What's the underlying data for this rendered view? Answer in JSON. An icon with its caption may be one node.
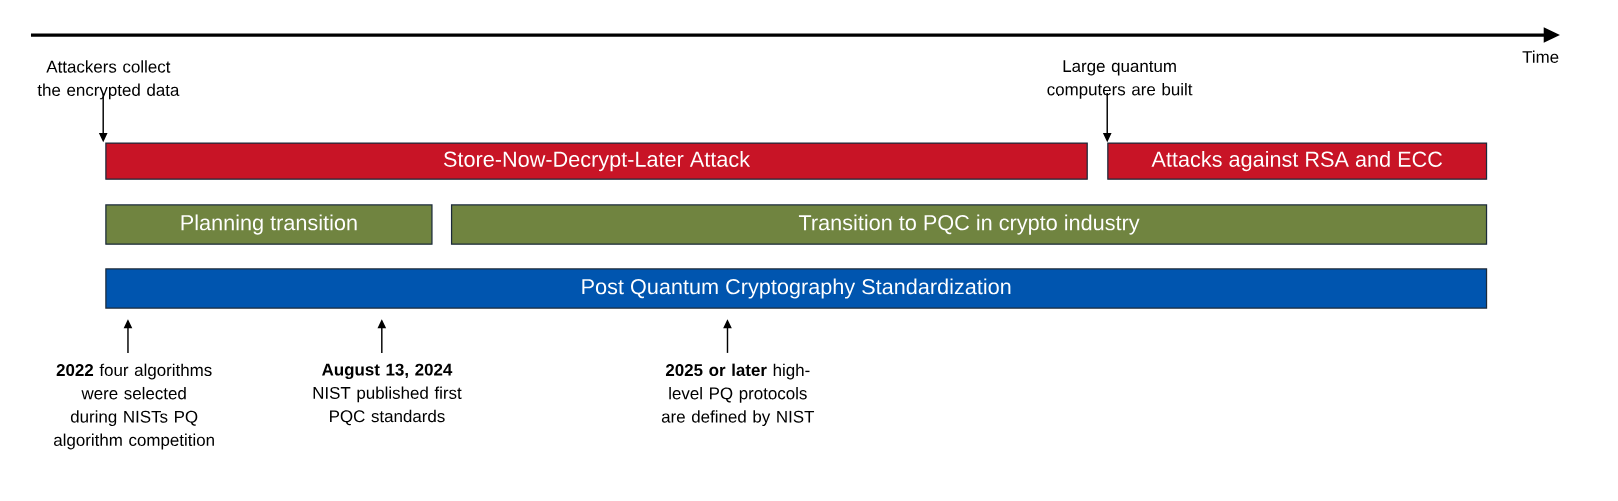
{
  "diagram": {
    "nodes": [
      {
        "text": [
          "Store-Now-Decrypt-Later Attack"
        ]
      },
      {
        "text": [
          "Attacks against RSA and ECC"
        ]
      },
      {
        "text": [
          "Planning transition"
        ]
      },
      {
        "text": [
          "Transition to PQC in crypto industry"
        ]
      },
      {
        "text": [
          "Post Quantum Cryptography Standardization"
        ]
      },
      {
        "text": [
          "Attackers collect the encrypted data"
        ]
      },
      {
        "text": [
          "Large quantum computers are built"
        ]
      },
      {
        "text": [
          "**2022** four algorithms were selected during NISTs PQ algorithm competition"
        ]
      },
      {
        "text": [
          "**August 13, 2024** NIST published first PQC standards"
        ]
      },
      {
        "text": [
          "**2025 or later** high-level PQ protocols are defined by NIST"
        ]
      }
    ],
    "edges": [
      {
        "from": 5,
        "to": 0,
        "arrow": "to"
      },
      {
        "from": 6,
        "to": 1,
        "arrow": "to"
      },
      {
        "from": 7,
        "to": 4,
        "arrow": "to"
      },
      {
        "from": 8,
        "to": 4,
        "arrow": "to"
      },
      {
        "from": 9,
        "to": 4,
        "arrow": "to"
      }
    ],
    "labels": [
      "Time"
    ]
  }
}
